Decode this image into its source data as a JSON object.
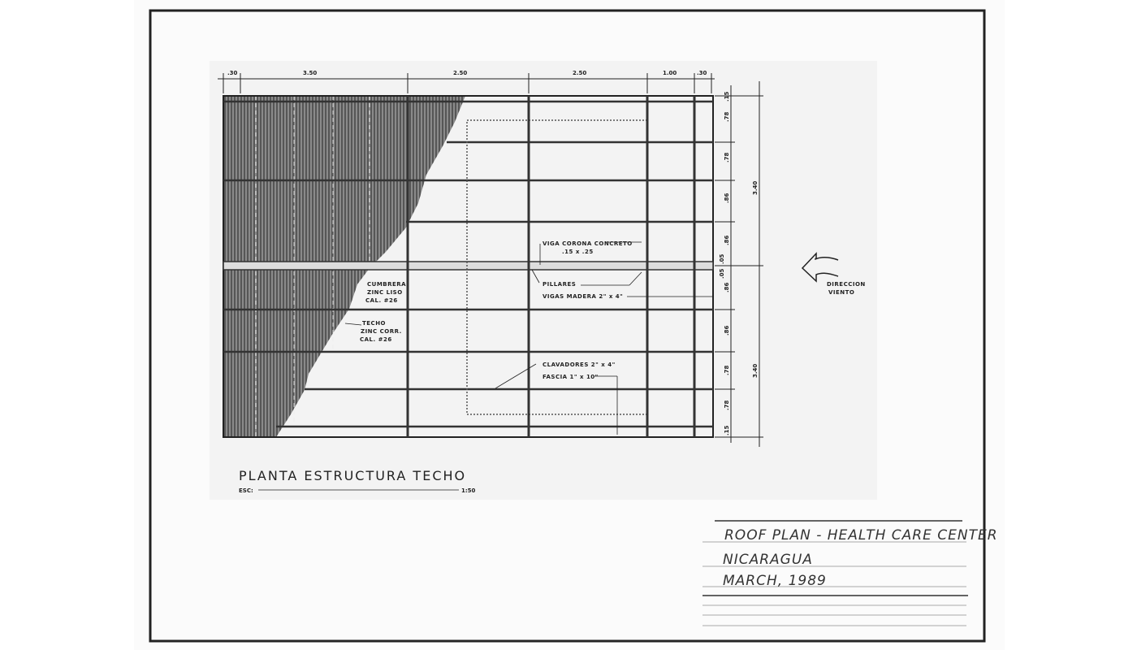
{
  "drawing": {
    "title": "PLANTA ESTRUCTURA TECHO",
    "scale_label": "ESC:",
    "scale_value": "1:50",
    "top_dimensions": [
      ".30",
      "3.50",
      "2.50",
      "2.50",
      "1.00",
      ".30"
    ],
    "right_dimensions": [
      ".15",
      ".78",
      ".78",
      ".86",
      ".86",
      ".05",
      ".05",
      ".86",
      ".86",
      ".78",
      ".78",
      ".15"
    ],
    "right_totals": [
      "3.40",
      "3.40"
    ],
    "labels": {
      "viga_corona": "VIGA CORONA CONCRETO",
      "viga_corona_size": ".15 x .25",
      "pillares": "PILLARES",
      "vigas_madera": "VIGAS MADERA 2\" x 4\"",
      "cumbrera_1": "CUMBRERA",
      "cumbrera_2": "ZINC LISO",
      "cumbrera_3": "CAL. #26",
      "techo_1": "TECHO",
      "techo_2": "ZINC CORR.",
      "techo_3": "CAL. #26",
      "clavadores": "CLAVADORES  2\" x 4\"",
      "fascia": "FASCIA 1\" x 10\"",
      "wind_1": "DIRECCION",
      "wind_2": "VIENTO"
    }
  },
  "title_block": {
    "line1": "ROOF PLAN - HEALTH CARE CENTER",
    "line2": "NICARAGUA",
    "line3": "MARCH, 1989"
  }
}
